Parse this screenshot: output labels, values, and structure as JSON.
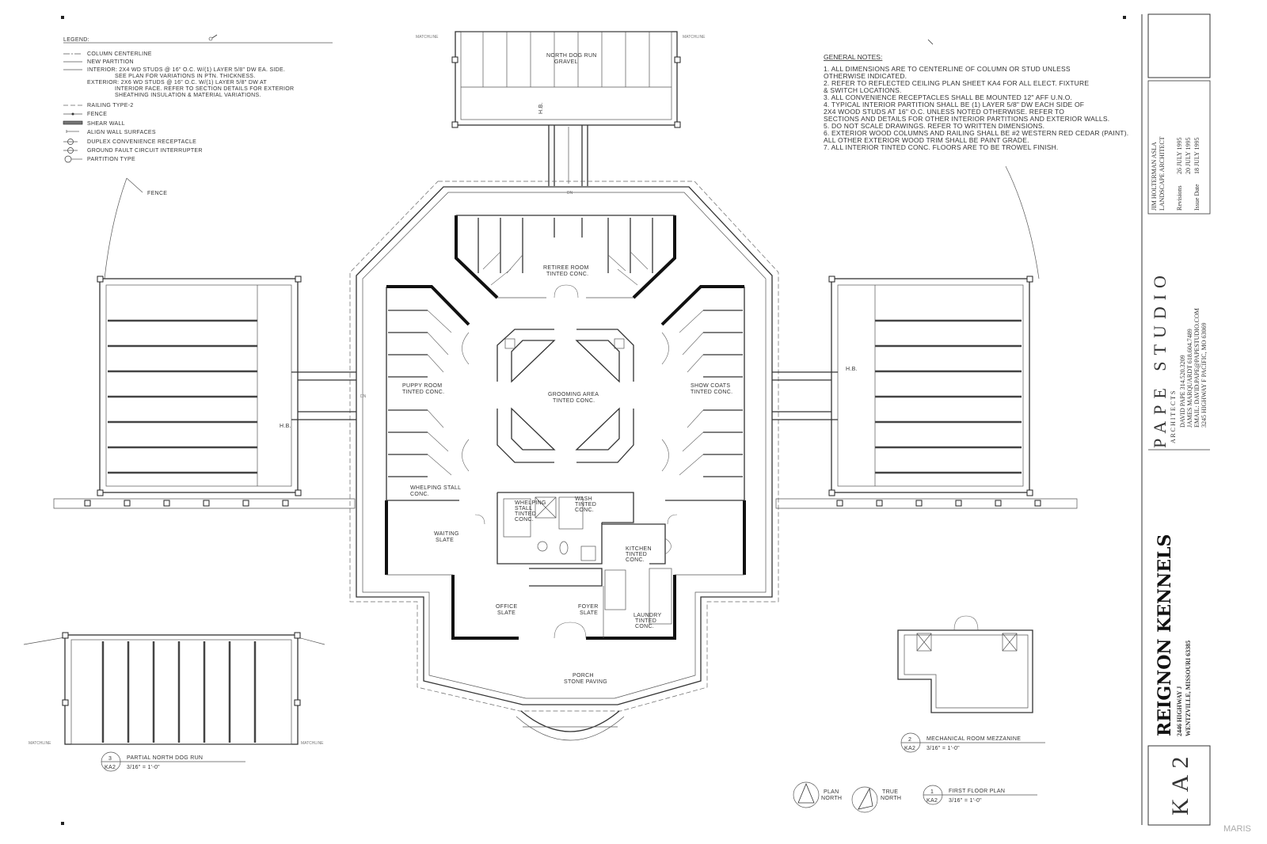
{
  "legend": {
    "title": "LEGEND:",
    "items": [
      "COLUMN CENTERLINE",
      "NEW PARTITION",
      "INTERIOR: 2X4 WD STUDS @ 16\" O.C. W/(1) LAYER 5/8\" DW EA. SIDE.",
      "SEE PLAN FOR VARIATIONS IN PTN. THICKNESS.",
      "EXTERIOR: 2X6 WD STUDS @ 16\" O.C. W/(1) LAYER 5/8\" DW AT",
      "INTERIOR FACE. REFER TO SECTION DETAILS FOR EXTERIOR",
      "SHEATHING INSULATION & MATERIAL VARIATIONS.",
      "RAILING TYPE-2",
      "FENCE",
      "SHEAR WALL",
      "ALIGN WALL SURFACES",
      "DUPLEX CONVENIENCE RECEPTACLE",
      "GROUND FAULT CIRCUIT INTERRUPTER",
      "PARTITION TYPE"
    ],
    "fence_label": "FENCE"
  },
  "general_notes": {
    "title": "GENERAL NOTES:",
    "lines": [
      "1.  ALL DIMENSIONS ARE TO CENTERLINE OF COLUMN OR STUD UNLESS",
      "     OTHERWISE INDICATED.",
      "2.  REFER TO REFLECTED CEILING PLAN SHEET KA4 FOR ALL ELECT. FIXTURE",
      "     & SWITCH LOCATIONS.",
      "3.  ALL CONVENIENCE RECEPTACLES SHALL BE MOUNTED 12\" AFF U.N.O.",
      "4.  TYPICAL INTERIOR PARTITION SHALL BE (1) LAYER 5/8\" DW EACH SIDE OF",
      "     2X4 WOOD STUDS AT 16\" O.C. UNLESS NOTED OTHERWISE.  REFER TO",
      "     SECTIONS AND DETAILS FOR OTHER INTERIOR PARTITIONS AND EXTERIOR WALLS.",
      "5.  DO NOT SCALE DRAWINGS.  REFER TO WRITTEN DIMENSIONS.",
      "6.  EXTERIOR WOOD COLUMNS AND RAILING SHALL BE #2 WESTERN RED CEDAR (PAINT).",
      "     ALL OTHER EXTERIOR WOOD TRIM SHALL BE PAINT GRADE.",
      "7.  ALL INTERIOR TINTED CONC. FLOORS ARE TO BE TROWEL FINISH."
    ]
  },
  "rooms": {
    "north_dog_run": "NORTH DOG RUN",
    "north_dog_run_mat": "GRAVEL",
    "retiree_room": "RETIREE ROOM",
    "retiree_room_mat": "TINTED CONC.",
    "puppy_room": "PUPPY ROOM",
    "puppy_room_mat": "TINTED CONC.",
    "grooming_area": "GROOMING AREA",
    "grooming_area_mat": "TINTED CONC.",
    "show_coats": "SHOW COATS",
    "show_coats_mat": "TINTED CONC.",
    "whelping_stall": "WHELPING STALL",
    "whelping_stall_mat": "CONC.",
    "whelping_stall_2": "WHELPING",
    "whelping_stall_2b": "STALL",
    "whelping_stall_2_mat": "TINTED",
    "whelping_stall_2_matb": "CONC.",
    "wash": "WASH",
    "wash_mat": "TINTED",
    "wash_matb": "CONC.",
    "waiting": "WAITING",
    "waiting_mat": "SLATE",
    "kitchen": "KITCHEN",
    "kitchen_mat": "TINTED",
    "kitchen_matb": "CONC.",
    "office": "OFFICE",
    "office_mat": "SLATE",
    "foyer": "FOYER",
    "foyer_mat": "SLATE",
    "laundry": "LAUNDRY",
    "laundry_mat": "TINTED",
    "laundry_matb": "CONC.",
    "porch": "PORCH",
    "porch_mat": "STONE PAVING",
    "hb": "H.B.",
    "dn": "DN"
  },
  "drawings": {
    "partial_north": {
      "number": "3",
      "sheet": "KA2",
      "title": "PARTIAL NORTH DOG RUN",
      "scale": "3/16\" = 1'-0\""
    },
    "mezzanine": {
      "number": "2",
      "sheet": "KA2",
      "title": "MECHANICAL ROOM MEZZANINE",
      "scale": "3/16\" = 1'-0\""
    },
    "first_floor": {
      "number": "1",
      "sheet": "KA2",
      "title": "FIRST FLOOR PLAN",
      "scale": "3/16\" = 1'-0\""
    }
  },
  "north": {
    "plan": "PLAN",
    "plan_b": "NORTH",
    "true": "TRUE",
    "true_b": "NORTH"
  },
  "title_block": {
    "project": "REIGNON KENNELS",
    "address_1": "2446 HIGHWAY J",
    "address_2": "WENTZVILLE, MISSOURI   63385",
    "firm": "PAPE STUDIO",
    "firm_sub": "A R C H I T E C T S",
    "contact_1": "DAVID PAPE 314.520.3209",
    "contact_2": "JAMES MARQUARDT 618.604.7489",
    "contact_3": "EMAIL: DAVID.PAPE@PAPESTUDIO.COM",
    "contact_4": "3245 HIGHWAY F  PACIFIC, MO 63069",
    "rev_1": "26 JULY 1995",
    "rev_2": "20 JULY 1995",
    "issue": "18 JULY 1995",
    "rev_label_1": "Revisions",
    "rev_label_2": "Issue Date",
    "consult_1": "JIM HOLTERMAN ASLA",
    "consult_2": "LANDSCAPE ARCHITECT",
    "sheet": "KA2"
  },
  "watermark": "MARIS",
  "matchline": "MATCHLINE"
}
